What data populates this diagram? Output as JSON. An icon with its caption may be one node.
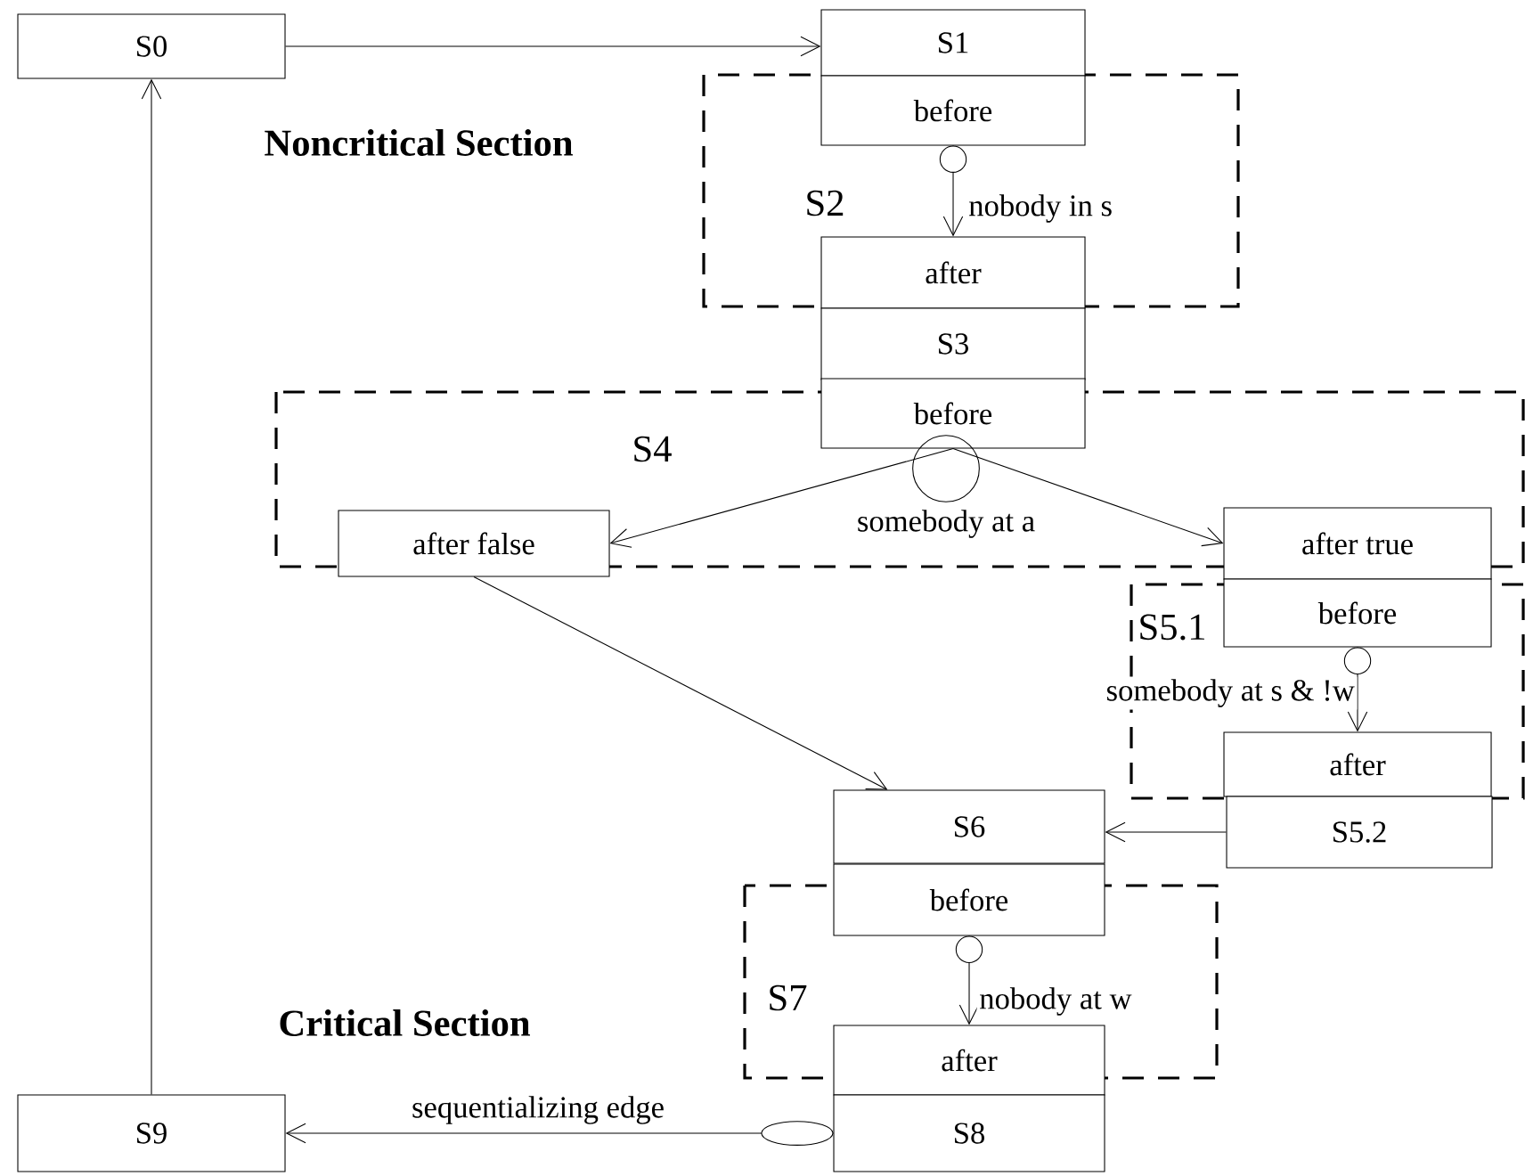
{
  "diagram": {
    "nodes": [
      {
        "text": [
          "S0"
        ]
      },
      {
        "text": [
          "S1"
        ]
      },
      {
        "text": [
          "before"
        ]
      },
      {
        "text": [
          "after"
        ]
      },
      {
        "text": [
          "S3"
        ]
      },
      {
        "text": [
          "before"
        ]
      },
      {
        "text": [
          "after false"
        ]
      },
      {
        "text": [
          "after true"
        ]
      },
      {
        "text": [
          "before"
        ]
      },
      {
        "text": [
          "after"
        ]
      },
      {
        "text": [
          "S5.2"
        ]
      },
      {
        "text": [
          "S6"
        ]
      },
      {
        "text": [
          "before"
        ]
      },
      {
        "text": [
          "after"
        ]
      },
      {
        "text": [
          "S8"
        ]
      },
      {
        "text": [
          "S9"
        ]
      }
    ],
    "edges": [
      {
        "from": 0,
        "to": 1,
        "arrow": "to"
      },
      {
        "from": 2,
        "to": 3,
        "arrow": "to",
        "label": "nobody in s"
      },
      {
        "from": 5,
        "to": 6,
        "arrow": "to"
      },
      {
        "from": 5,
        "to": 7,
        "arrow": "to",
        "label": "somebody at a"
      },
      {
        "from": 8,
        "to": 9,
        "arrow": "to",
        "label": "somebody at s & !w"
      },
      {
        "from": 6,
        "to": 11,
        "arrow": "to"
      },
      {
        "from": 10,
        "to": 11,
        "arrow": "to"
      },
      {
        "from": 12,
        "to": 13,
        "arrow": "to",
        "label": "nobody at w"
      },
      {
        "from": 14,
        "to": 15,
        "arrow": "to",
        "label": "sequentializing edge"
      },
      {
        "from": 15,
        "to": 0,
        "arrow": "to"
      }
    ],
    "labels": [
      "Noncritical Section",
      "S2",
      "S4",
      "S5.1",
      "S7",
      "Critical Section"
    ]
  }
}
